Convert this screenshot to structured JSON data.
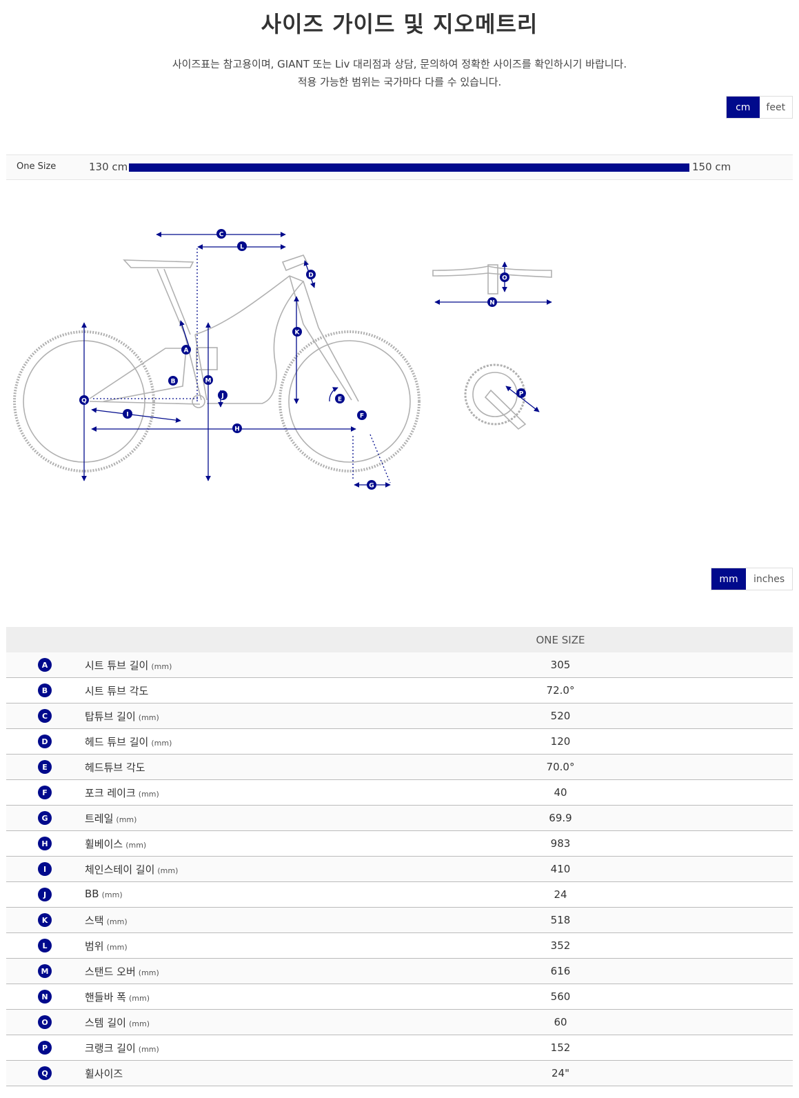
{
  "page": {
    "title": "사이즈 가이드 및 지오메트리",
    "intro_line1": "사이즈표는 참고용이며, GIANT 또는 Liv 대리점과 상담, 문의하여 정확한 사이즈를 확인하시기 바랍니다.",
    "intro_line2": "적용 가능한 범위는 국가마다 다를 수 있습니다."
  },
  "height_units": {
    "options": [
      "cm",
      "feet"
    ],
    "selected": "cm"
  },
  "size_range": {
    "size_name": "One Size",
    "min_label": "130 cm",
    "max_label": "150 cm",
    "fill_fraction": 1.0
  },
  "diagram": {
    "labels": [
      "A",
      "B",
      "C",
      "D",
      "E",
      "F",
      "G",
      "H",
      "I",
      "J",
      "K",
      "L",
      "M",
      "N",
      "O",
      "P",
      "Q"
    ],
    "accent_color": "#000a8c"
  },
  "geometry_units": {
    "options": [
      "mm",
      "inches"
    ],
    "selected": "mm"
  },
  "geometry_table": {
    "column_header": "ONE SIZE",
    "rows": [
      {
        "key": "A",
        "label": "시트 튜브 길이",
        "unit": "(mm)",
        "value": "305"
      },
      {
        "key": "B",
        "label": "시트 튜브 각도",
        "unit": "",
        "value": "72.0°"
      },
      {
        "key": "C",
        "label": "탑튜브 길이",
        "unit": "(mm)",
        "value": "520"
      },
      {
        "key": "D",
        "label": "헤드 튜브 길이",
        "unit": "(mm)",
        "value": "120"
      },
      {
        "key": "E",
        "label": "헤드튜브 각도",
        "unit": "",
        "value": "70.0°"
      },
      {
        "key": "F",
        "label": "포크 레이크",
        "unit": "(mm)",
        "value": "40"
      },
      {
        "key": "G",
        "label": "트레일",
        "unit": "(mm)",
        "value": "69.9"
      },
      {
        "key": "H",
        "label": "휠베이스",
        "unit": "(mm)",
        "value": "983"
      },
      {
        "key": "I",
        "label": "체인스테이 길이",
        "unit": "(mm)",
        "value": "410"
      },
      {
        "key": "J",
        "label": "BB",
        "unit": "(mm)",
        "value": "24"
      },
      {
        "key": "K",
        "label": "스택",
        "unit": "(mm)",
        "value": "518"
      },
      {
        "key": "L",
        "label": "범위",
        "unit": "(mm)",
        "value": "352"
      },
      {
        "key": "M",
        "label": "스탠드 오버",
        "unit": "(mm)",
        "value": "616"
      },
      {
        "key": "N",
        "label": "핸들바 폭",
        "unit": "(mm)",
        "value": "560"
      },
      {
        "key": "O",
        "label": "스템 길이",
        "unit": "(mm)",
        "value": "60"
      },
      {
        "key": "P",
        "label": "크랭크 길이",
        "unit": "(mm)",
        "value": "152"
      },
      {
        "key": "Q",
        "label": "휠사이즈",
        "unit": "",
        "value": "24\""
      }
    ]
  }
}
